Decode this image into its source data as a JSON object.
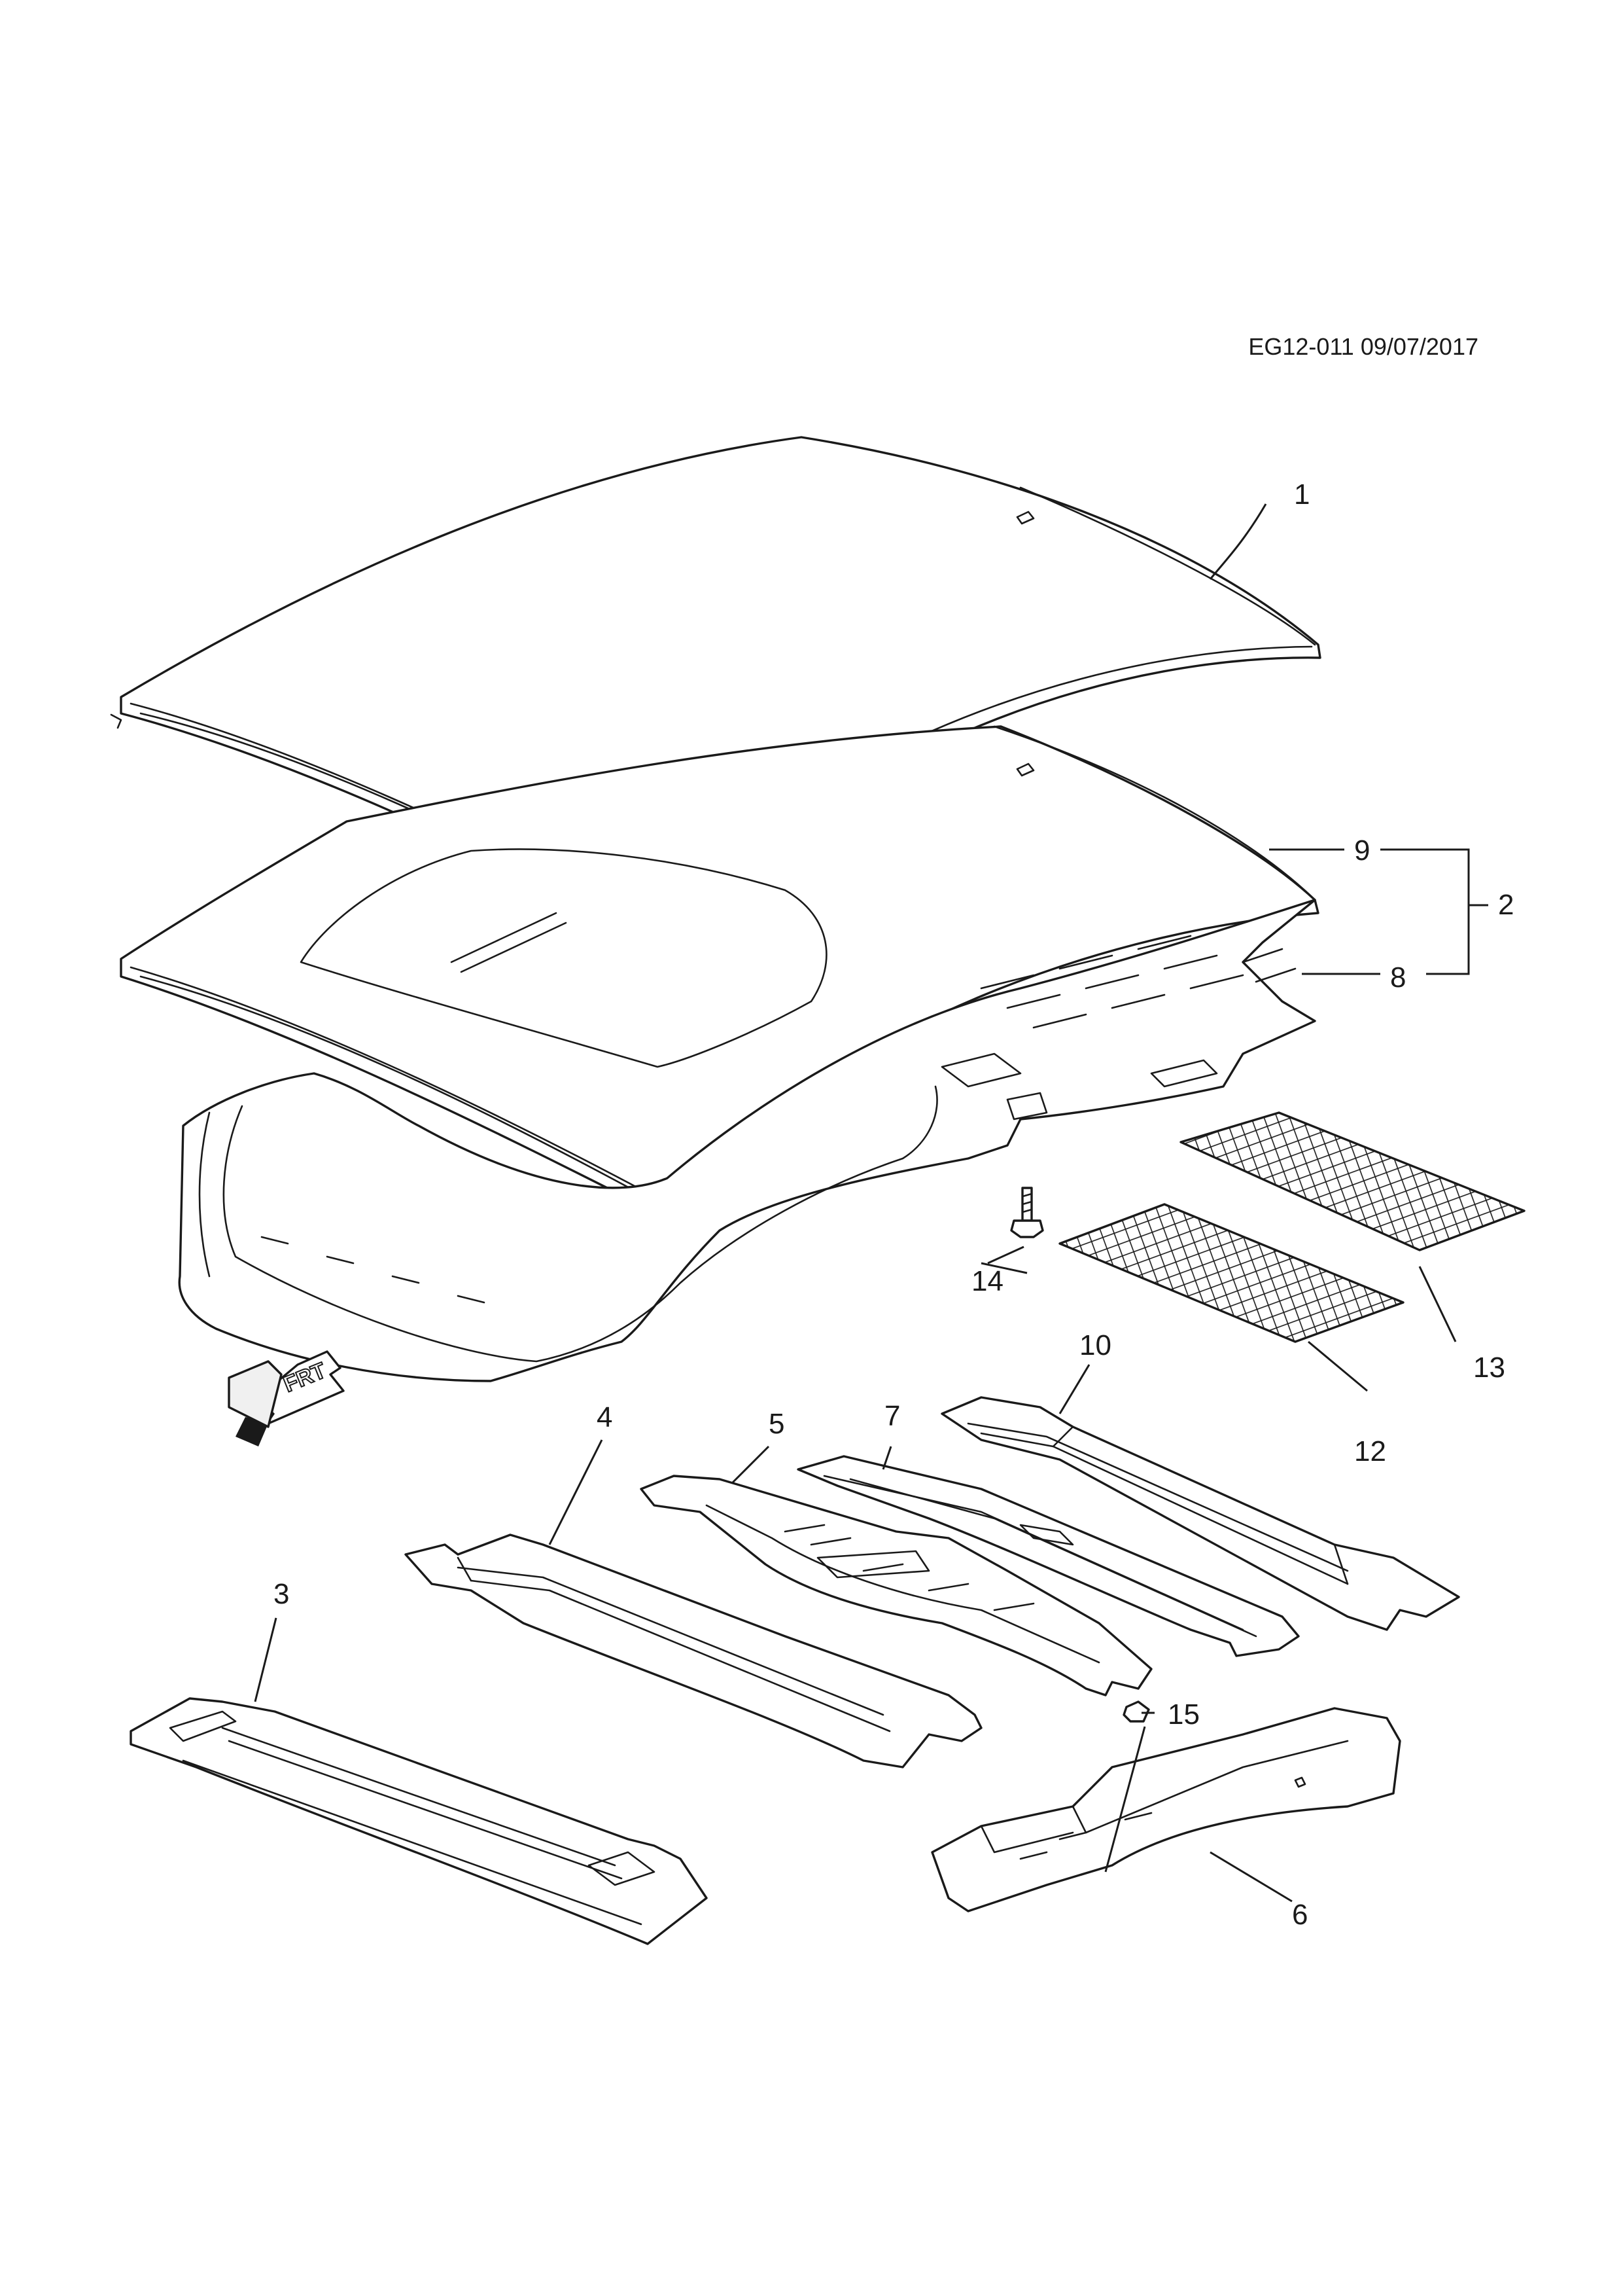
{
  "document_id": "EG12-011 09/07/2017",
  "front_arrow_label": "FRT",
  "callouts": [
    "1",
    "2",
    "3",
    "4",
    "5",
    "6",
    "7",
    "8",
    "9",
    "10",
    "12",
    "13",
    "14",
    "15"
  ],
  "colors": {
    "line": "#1a1a1a",
    "background": "#ffffff"
  }
}
